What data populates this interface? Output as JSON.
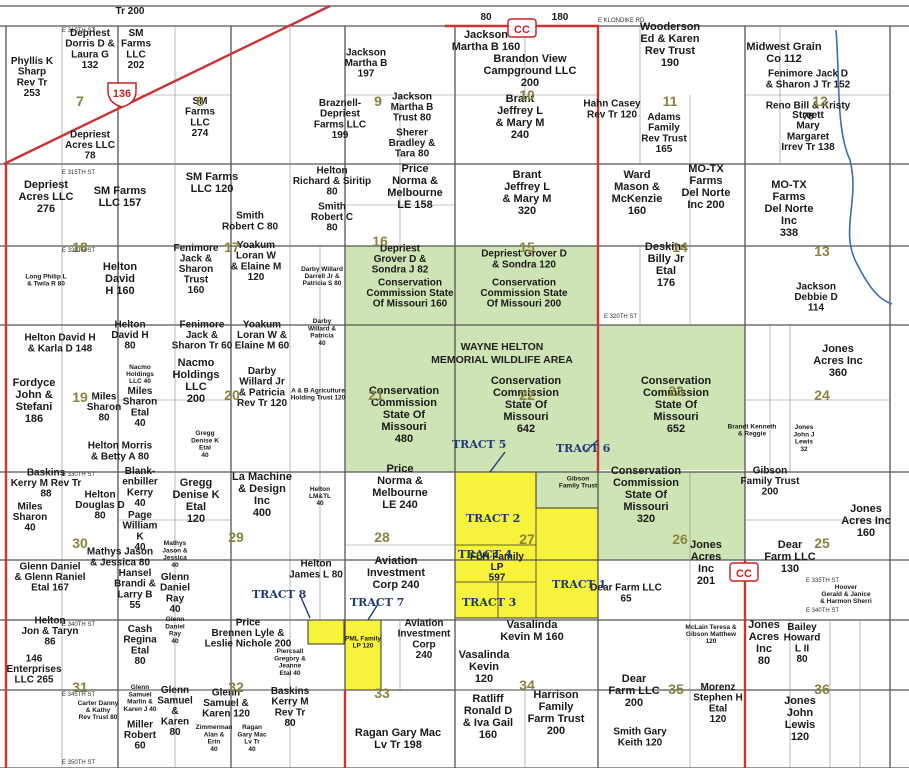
{
  "colors": {
    "background": "#ffffff",
    "conservation": "#cfe4b4",
    "tract": "#f7f23a",
    "road_red": "#cc3333",
    "line": "#555555",
    "section_number": "#8a8240",
    "tract_label": "#1f3a7a",
    "water": "#3a6fb0"
  },
  "icons": [
    "highway-cc-shield",
    "us-136-shield",
    "tract-arrow"
  ],
  "wildlife_area": {
    "line1": "WAYNE HELTON",
    "line2": "MEMORIAL WILDLIFE AREA"
  },
  "shields": [
    {
      "id": "cc-top",
      "text": "CC"
    },
    {
      "id": "cc-right",
      "text": "CC"
    },
    {
      "id": "us-136",
      "text": "136"
    }
  ],
  "roads": [
    {
      "id": "e310",
      "text": "E 310TH ST"
    },
    {
      "id": "e315",
      "text": "E 315TH ST"
    },
    {
      "id": "e320",
      "text": "E 320TH ST"
    },
    {
      "id": "e330",
      "text": "E 330TH ST"
    },
    {
      "id": "e340",
      "text": "E 340TH ST"
    },
    {
      "id": "e345",
      "text": "E 345TH ST"
    },
    {
      "id": "e350",
      "text": "E 350TH ST"
    },
    {
      "id": "e320-right",
      "text": "E 320TH ST"
    },
    {
      "id": "e335-right",
      "text": "E 335TH ST"
    },
    {
      "id": "e340-right",
      "text": "E 340TH ST"
    },
    {
      "id": "klondike",
      "text": "E KLONDIKE RD"
    }
  ],
  "sections": [
    {
      "id": "s7",
      "text": "7"
    },
    {
      "id": "s8",
      "text": "8"
    },
    {
      "id": "s9",
      "text": "9"
    },
    {
      "id": "s10",
      "text": "10"
    },
    {
      "id": "s11",
      "text": "11"
    },
    {
      "id": "s12",
      "text": "12"
    },
    {
      "id": "s13",
      "text": "13"
    },
    {
      "id": "s14",
      "text": "14"
    },
    {
      "id": "s15",
      "text": "15"
    },
    {
      "id": "s16",
      "text": "16"
    },
    {
      "id": "s17",
      "text": "17"
    },
    {
      "id": "s18",
      "text": "18"
    },
    {
      "id": "s19",
      "text": "19"
    },
    {
      "id": "s20",
      "text": "20"
    },
    {
      "id": "s21",
      "text": "21"
    },
    {
      "id": "s22",
      "text": "22"
    },
    {
      "id": "s23",
      "text": "23"
    },
    {
      "id": "s24",
      "text": "24"
    },
    {
      "id": "s25",
      "text": "25"
    },
    {
      "id": "s26",
      "text": "26"
    },
    {
      "id": "s27",
      "text": "27"
    },
    {
      "id": "s28",
      "text": "28"
    },
    {
      "id": "s29",
      "text": "29"
    },
    {
      "id": "s30",
      "text": "30"
    },
    {
      "id": "s31",
      "text": "31"
    },
    {
      "id": "s32",
      "text": "32"
    },
    {
      "id": "s33",
      "text": "33"
    },
    {
      "id": "s34",
      "text": "34"
    },
    {
      "id": "s35",
      "text": "35"
    },
    {
      "id": "s36",
      "text": "36"
    }
  ],
  "tracts": [
    {
      "id": "t1",
      "text": "TRACT 1"
    },
    {
      "id": "t2",
      "text": "TRACT 2"
    },
    {
      "id": "t3",
      "text": "TRACT 3"
    },
    {
      "id": "t4",
      "text": "TRACT 4"
    },
    {
      "id": "t5",
      "text": "TRACT 5"
    },
    {
      "id": "t6",
      "text": "TRACT 6"
    },
    {
      "id": "t7",
      "text": "TRACT 7"
    },
    {
      "id": "t8",
      "text": "TRACT 8"
    }
  ],
  "parcels": [
    {
      "id": "p-top-tr200",
      "lines": [
        "Tr 200"
      ]
    },
    {
      "id": "p-top80",
      "lines": [
        "80"
      ]
    },
    {
      "id": "p-top180",
      "lines": [
        "180"
      ]
    },
    {
      "id": "p-phyllis",
      "lines": [
        "Phyllis K",
        "Sharp",
        "Rev Tr",
        "253"
      ]
    },
    {
      "id": "p-depriest-dorris",
      "lines": [
        "Depriest",
        "Dorris D &",
        "Laura G",
        "132"
      ]
    },
    {
      "id": "p-sm202",
      "lines": [
        "SM",
        "Farms",
        "LLC",
        "202"
      ]
    },
    {
      "id": "p-depriest-acres78",
      "lines": [
        "Depriest",
        "Acres LLC",
        "78"
      ]
    },
    {
      "id": "p-sm274",
      "lines": [
        "SM",
        "Farms",
        "LLC",
        "274"
      ]
    },
    {
      "id": "p-jackson197",
      "lines": [
        "Jackson",
        "Martha B",
        "197"
      ]
    },
    {
      "id": "p-braznell",
      "lines": [
        "Braznell-",
        "Depriest",
        "Farms LLC",
        "199"
      ]
    },
    {
      "id": "p-jackson-trust80",
      "lines": [
        "Jackson",
        "Martha B",
        "Trust 80"
      ]
    },
    {
      "id": "p-sherer",
      "lines": [
        "Sherer",
        "Bradley &",
        "Tara 80"
      ]
    },
    {
      "id": "p-jackson160",
      "lines": [
        "Jackson",
        "Martha B 160"
      ]
    },
    {
      "id": "p-brandon",
      "lines": [
        "Brandon View",
        "Campground LLC",
        "200"
      ]
    },
    {
      "id": "p-brant240",
      "lines": [
        "Brant",
        "Jeffrey L",
        "& Mary M",
        "240"
      ]
    },
    {
      "id": "p-hahn",
      "lines": [
        "Hahn Casey",
        "Rev Tr 120"
      ]
    },
    {
      "id": "p-wooderson",
      "lines": [
        "Wooderson",
        "Ed & Karen",
        "Rev Trust",
        "190"
      ]
    },
    {
      "id": "p-adams",
      "lines": [
        "Adams",
        "Family",
        "Rev Trust",
        "165"
      ]
    },
    {
      "id": "p-midwest",
      "lines": [
        "Midwest Grain",
        "Co 112"
      ]
    },
    {
      "id": "p-fenimore-jd",
      "lines": [
        "Fenimore Jack D",
        "& Sharon J Tr 152"
      ]
    },
    {
      "id": "p-reno",
      "lines": [
        "Reno Bill & Kristy",
        "78"
      ]
    },
    {
      "id": "p-streett",
      "lines": [
        "Streett",
        "Mary",
        "Margaret",
        "Irrev Tr 138"
      ]
    },
    {
      "id": "p-depriest276",
      "lines": [
        "Depriest",
        "Acres LLC",
        "276"
      ]
    },
    {
      "id": "p-sm157",
      "lines": [
        "SM Farms",
        "LLC 157"
      ]
    },
    {
      "id": "p-sm120",
      "lines": [
        "SM Farms",
        "LLC 120"
      ]
    },
    {
      "id": "p-smith-rc80a",
      "lines": [
        "Smith",
        "Robert C 80"
      ]
    },
    {
      "id": "p-helton-rs",
      "lines": [
        "Helton",
        "Richard & Siritip",
        "80"
      ]
    },
    {
      "id": "p-smith-rc80b",
      "lines": [
        "Smith",
        "Robert C",
        "80"
      ]
    },
    {
      "id": "p-price158",
      "lines": [
        "Price",
        "Norma &",
        "Melbourne",
        "LE 158"
      ]
    },
    {
      "id": "p-brant320",
      "lines": [
        "Brant",
        "Jeffrey L",
        "& Mary M",
        "320"
      ]
    },
    {
      "id": "p-ward",
      "lines": [
        "Ward",
        "Mason &",
        "McKenzie",
        "160"
      ]
    },
    {
      "id": "p-motex200",
      "lines": [
        "MO-TX",
        "Farms",
        "Del Norte",
        "Inc 200"
      ]
    },
    {
      "id": "p-motex338",
      "lines": [
        "MO-TX",
        "Farms",
        "Del Norte",
        "Inc",
        "338"
      ]
    },
    {
      "id": "p-long",
      "lines": [
        "Long Philip L",
        "& Twila R 80"
      ]
    },
    {
      "id": "p-helton-david160",
      "lines": [
        "Helton",
        "David",
        "H 160"
      ]
    },
    {
      "id": "p-fenimore160",
      "lines": [
        "Fenimore",
        "Jack &",
        "Sharon",
        "Trust",
        "160"
      ]
    },
    {
      "id": "p-yoakum120",
      "lines": [
        "Yoakum",
        "Loran W",
        "& Elaine M",
        "120"
      ]
    },
    {
      "id": "p-darby-willard-da",
      "lines": [
        "Darby Willard",
        "Darrell Jr &",
        "Patricia S 80"
      ]
    },
    {
      "id": "p-depriest-grover82",
      "lines": [
        "Depriest",
        "Grover D &",
        "Sondra J 82"
      ]
    },
    {
      "id": "p-depriest-grover120",
      "lines": [
        "Depriest Grover D",
        "& Sondra 120"
      ]
    },
    {
      "id": "p-cons160",
      "lines": [
        "Conservation",
        "Commission State",
        "Of Missouri 160"
      ]
    },
    {
      "id": "p-cons200",
      "lines": [
        "Conservation",
        "Commission State",
        "Of Missouri 200"
      ]
    },
    {
      "id": "p-deskins",
      "lines": [
        "Deskins",
        "Billy Jr",
        "Etal",
        "176"
      ]
    },
    {
      "id": "p-jackson-debbie",
      "lines": [
        "Jackson",
        "Debbie D",
        "114"
      ]
    },
    {
      "id": "p-helton-dk",
      "lines": [
        "Helton David H",
        "& Karla D 148"
      ]
    },
    {
      "id": "p-helton-david80",
      "lines": [
        "Helton",
        "David H",
        "80"
      ]
    },
    {
      "id": "p-fenimore-sharon",
      "lines": [
        "Fenimore",
        "Jack &",
        "Sharon Tr 60"
      ]
    },
    {
      "id": "p-yoakum60",
      "lines": [
        "Yoakum",
        "Loran W &",
        "Elaine M 60"
      ]
    },
    {
      "id": "p-darby-wp",
      "lines": [
        "Darby",
        "Willard &",
        "Patricia",
        "40"
      ]
    },
    {
      "id": "p-nacmo40",
      "lines": [
        "Nacmo",
        "Holdings",
        "LLC 40"
      ]
    },
    {
      "id": "p-nacmo200",
      "lines": [
        "Nacmo",
        "Holdings",
        "LLC",
        "200"
      ]
    },
    {
      "id": "p-miles-sharon80",
      "lines": [
        "Miles",
        "Sharon",
        "80"
      ]
    },
    {
      "id": "p-miles-sharon-etal",
      "lines": [
        "Miles",
        "Sharon",
        "Etal",
        "40"
      ]
    },
    {
      "id": "p-darby120",
      "lines": [
        "Darby",
        "Willard Jr",
        "& Patricia",
        "Rev Tr 120"
      ]
    },
    {
      "id": "p-ab-ag120",
      "lines": [
        "A & B Agriculture",
        "Holding Trust 120"
      ]
    },
    {
      "id": "p-cons480",
      "lines": [
        "Conservation",
        "Commission",
        "State Of",
        "Missouri",
        "480"
      ]
    },
    {
      "id": "p-cons642",
      "lines": [
        "Conservation",
        "Commission",
        "State Of",
        "Missouri",
        "642"
      ]
    },
    {
      "id": "p-cons652",
      "lines": [
        "Conservation",
        "Commission",
        "State Of",
        "Missouri",
        "652"
      ]
    },
    {
      "id": "p-jones-acres360",
      "lines": [
        "Jones",
        "Acres Inc",
        "360"
      ]
    },
    {
      "id": "p-fordyce",
      "lines": [
        "Fordyce",
        "John &",
        "Stefani",
        "186"
      ]
    },
    {
      "id": "p-helton-morris",
      "lines": [
        "Helton Morris",
        "& Betty A 80"
      ]
    },
    {
      "id": "p-gregg-etal",
      "lines": [
        "Gregg",
        "Denise K",
        "Etal",
        "40"
      ]
    },
    {
      "id": "p-brandt-reggie",
      "lines": [
        "Brandt Kenneth",
        "& Reggie"
      ]
    },
    {
      "id": "p-jones-john32",
      "lines": [
        "Jones",
        "John J",
        "Lewis",
        "32"
      ]
    },
    {
      "id": "p-baskins88",
      "lines": [
        "Baskins",
        "Kerry M Rev Tr",
        "88"
      ]
    },
    {
      "id": "p-helton-douglas",
      "lines": [
        "Helton",
        "Douglas D",
        "80"
      ]
    },
    {
      "id": "p-blankenbiller",
      "lines": [
        "Blank-",
        "enbiller",
        "Kerry",
        "40"
      ]
    },
    {
      "id": "p-gregg120",
      "lines": [
        "Gregg",
        "Denise K",
        "Etal",
        "120"
      ]
    },
    {
      "id": "p-la-machine",
      "lines": [
        "La Machine",
        "& Design",
        "Inc",
        "400"
      ]
    },
    {
      "id": "p-helton-lmtl",
      "lines": [
        "Helton",
        "LM&TL",
        "40"
      ]
    },
    {
      "id": "p-price240",
      "lines": [
        "Price",
        "Norma &",
        "Melbourne",
        "LE 240"
      ]
    },
    {
      "id": "p-cons320",
      "lines": [
        "Conservation",
        "Commission",
        "State Of",
        "Missouri",
        "320"
      ]
    },
    {
      "id": "p-gibson",
      "lines": [
        "Gibson",
        "Family Trust",
        "200"
      ]
    },
    {
      "id": "p-jones-acres160",
      "lines": [
        "Jones",
        "Acres Inc",
        "160"
      ]
    },
    {
      "id": "p-miles-sharon40",
      "lines": [
        "Miles",
        "Sharon",
        "40"
      ]
    },
    {
      "id": "p-page-william",
      "lines": [
        "Page",
        "William",
        "K",
        "40"
      ]
    },
    {
      "id": "p-mathys80",
      "lines": [
        "Mathys Jason",
        "& Jessica 80"
      ]
    },
    {
      "id": "p-mathys40",
      "lines": [
        "Mathys",
        "Jason &",
        "Jessica",
        "40"
      ]
    },
    {
      "id": "p-glenn167",
      "lines": [
        "Glenn Daniel",
        "& Glenn Raniel",
        "Etal 167"
      ]
    },
    {
      "id": "p-hansel",
      "lines": [
        "Hansel",
        "Brandi &",
        "Larry B",
        "55"
      ]
    },
    {
      "id": "p-glenn-ray40",
      "lines": [
        "Glenn",
        "Daniel",
        "Ray",
        "40"
      ]
    },
    {
      "id": "p-helton-james",
      "lines": [
        "Helton",
        "James L 80"
      ]
    },
    {
      "id": "p-aviation240",
      "lines": [
        "Aviation",
        "Investment",
        "Corp 240"
      ]
    },
    {
      "id": "p-flh597",
      "lines": [
        "FLH Family",
        "LP",
        "597"
      ]
    },
    {
      "id": "p-dear65",
      "lines": [
        "Dear Farm LLC",
        "65"
      ]
    },
    {
      "id": "p-jones-acres201",
      "lines": [
        "Jones",
        "Acres",
        "Inc",
        "201"
      ]
    },
    {
      "id": "p-dear130",
      "lines": [
        "Dear",
        "Farm LLC",
        "130"
      ]
    },
    {
      "id": "p-hoover",
      "lines": [
        "Hoover",
        "Gerald & Janice",
        "& Harmon Sherri"
      ]
    },
    {
      "id": "p-helton-jt",
      "lines": [
        "Helton",
        "Jon & Taryn",
        "86"
      ]
    },
    {
      "id": "p-146ent",
      "lines": [
        "146",
        "Enterprises",
        "LLC 265"
      ]
    },
    {
      "id": "p-cash",
      "lines": [
        "Cash",
        "Regina",
        "Etal",
        "80"
      ]
    },
    {
      "id": "p-glenn-ray-b",
      "lines": [
        "Glenn",
        "Daniel",
        "Ray",
        "40"
      ]
    },
    {
      "id": "p-price-brennen200",
      "lines": [
        "Price",
        "Brennen Lyle &",
        "Leslie Nichole 200"
      ]
    },
    {
      "id": "p-piercsall",
      "lines": [
        "Piercsall",
        "Gregory &",
        "Jeanne",
        "Etal 40"
      ]
    },
    {
      "id": "p-pml120",
      "lines": [
        "PML Family",
        "LP 120"
      ]
    },
    {
      "id": "p-aviation-corp240",
      "lines": [
        "Aviation",
        "Investment",
        "Corp",
        "240"
      ]
    },
    {
      "id": "p-vasalinda160",
      "lines": [
        "Vasalinda",
        "Kevin M 160"
      ]
    },
    {
      "id": "p-vasalinda120",
      "lines": [
        "Vasalinda",
        "Kevin",
        "120"
      ]
    },
    {
      "id": "p-ratliff",
      "lines": [
        "Ratliff",
        "Ronald D",
        "& Iva Gail",
        "160"
      ]
    },
    {
      "id": "p-harrison",
      "lines": [
        "Harrison",
        "Family",
        "Farm Trust",
        "200"
      ]
    },
    {
      "id": "p-mclain",
      "lines": [
        "McLain Teresa &",
        "Gibson Matthew",
        "120"
      ]
    },
    {
      "id": "p-dear200",
      "lines": [
        "Dear",
        "Farm LLC",
        "200"
      ]
    },
    {
      "id": "p-smith-gary",
      "lines": [
        "Smith Gary",
        "Keith 120"
      ]
    },
    {
      "id": "p-morenz",
      "lines": [
        "Morenz",
        "Stephen H",
        "Etal",
        "120"
      ]
    },
    {
      "id": "p-jones-acres80",
      "lines": [
        "Jones",
        "Acres",
        "Inc",
        "80"
      ]
    },
    {
      "id": "p-bailey",
      "lines": [
        "Bailey",
        "Howard",
        "L II",
        "80"
      ]
    },
    {
      "id": "p-jones-john120",
      "lines": [
        "Jones",
        "John",
        "Lewis",
        "120"
      ]
    },
    {
      "id": "p-carter",
      "lines": [
        "Carter Danny",
        "& Kathy",
        "Rev Trust 80"
      ]
    },
    {
      "id": "p-glenn-marlin",
      "lines": [
        "Glenn",
        "Samuel",
        "Marlin &",
        "Karen J 40"
      ]
    },
    {
      "id": "p-miller",
      "lines": [
        "Miller",
        "Robert",
        "60"
      ]
    },
    {
      "id": "p-glenn-karen80",
      "lines": [
        "Glenn",
        "Samuel",
        "&",
        "Karen",
        "80"
      ]
    },
    {
      "id": "p-glenn-karen120",
      "lines": [
        "Glenn",
        "Samuel &",
        "Karen 120"
      ]
    },
    {
      "id": "p-zimmerman",
      "lines": [
        "Zimmerman",
        "Alan &",
        "Erin",
        "40"
      ]
    },
    {
      "id": "p-ragan-aa",
      "lines": [
        "Ragan",
        "Gary Mac",
        "Lv Tr",
        "40"
      ]
    },
    {
      "id": "p-baskins80",
      "lines": [
        "Baskins",
        "Kerry M",
        "Rev Tr",
        "80"
      ]
    },
    {
      "id": "p-ragan198",
      "lines": [
        "Ragan Gary Mac",
        "Lv Tr 198"
      ]
    },
    {
      "id": "p-gibson-fam",
      "lines": [
        "Gibson",
        "Family Trust"
      ]
    }
  ]
}
